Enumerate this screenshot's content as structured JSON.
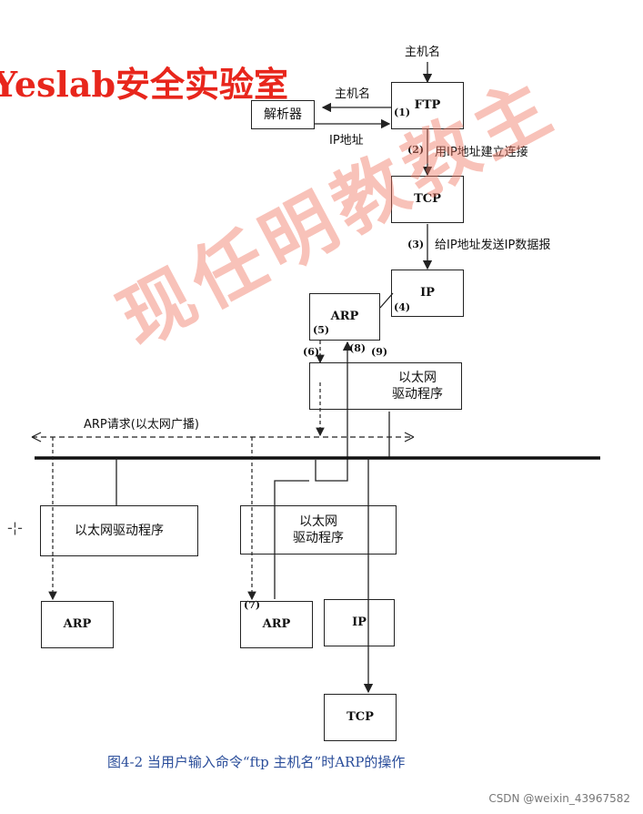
{
  "watermark_top": "Yeslab安全实验室",
  "watermark_diagonal": "现任明教教主",
  "labels": {
    "hostname_top": "主机名",
    "hostname_left": "主机名",
    "ip_address": "IP地址",
    "step2_text": "用IP地址建立连接",
    "step3_text": "给IP地址发送IP数据报",
    "arp_request": "ARP请求(以太网广播)"
  },
  "steps": {
    "s1": "(1)",
    "s2": "(2)",
    "s3": "(3)",
    "s4": "(4)",
    "s5": "(5)",
    "s6": "(6)",
    "s7": "(7)",
    "s8": "(8)",
    "s9": "(9)"
  },
  "boxes": {
    "resolver": "解析器",
    "ftp": "FTP",
    "tcp_top": "TCP",
    "ip_top": "IP",
    "arp_top": "ARP",
    "eth_driver_top": "以太网\n驱动程序",
    "eth_driver_left": "以太网驱动程序",
    "eth_driver_right": "以太网\n驱动程序",
    "arp_left": "ARP",
    "arp_right": "ARP",
    "ip_bottom": "IP",
    "tcp_bottom": "TCP"
  },
  "caption": "图4-2  当用户输入命令“ftp 主机名”时ARP的操作",
  "credit": "CSDN @weixin_43967582",
  "colors": {
    "watermark": "#e8261c",
    "caption": "#2a4d9a"
  }
}
